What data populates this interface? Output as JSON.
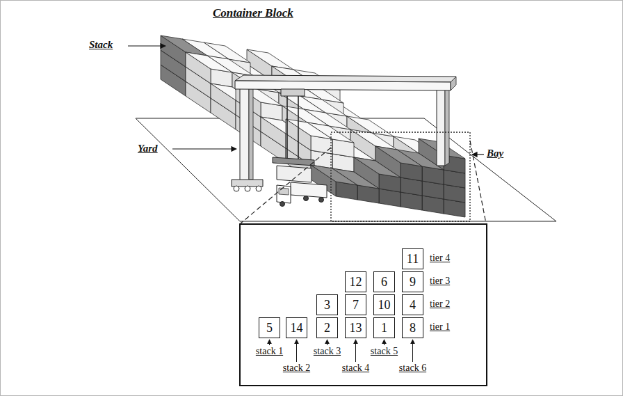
{
  "diagram": {
    "title": "Container Block",
    "nodes": [
      {
        "text": [
          "11"
        ]
      },
      {
        "text": [
          "12"
        ]
      },
      {
        "text": [
          "6"
        ]
      },
      {
        "text": [
          "9"
        ]
      },
      {
        "text": [
          "3"
        ]
      },
      {
        "text": [
          "7"
        ]
      },
      {
        "text": [
          "10"
        ]
      },
      {
        "text": [
          "4"
        ]
      },
      {
        "text": [
          "5"
        ]
      },
      {
        "text": [
          "14"
        ]
      },
      {
        "text": [
          "2"
        ]
      },
      {
        "text": [
          "13"
        ]
      },
      {
        "text": [
          "1"
        ]
      },
      {
        "text": [
          "8"
        ]
      }
    ],
    "labels": [
      "Stack",
      "Yard",
      "Bay",
      "tier 4",
      "tier 3",
      "tier 2",
      "tier 1",
      "stack 1",
      "stack 2",
      "stack 3",
      "stack 4",
      "stack 5",
      "stack 6"
    ]
  }
}
